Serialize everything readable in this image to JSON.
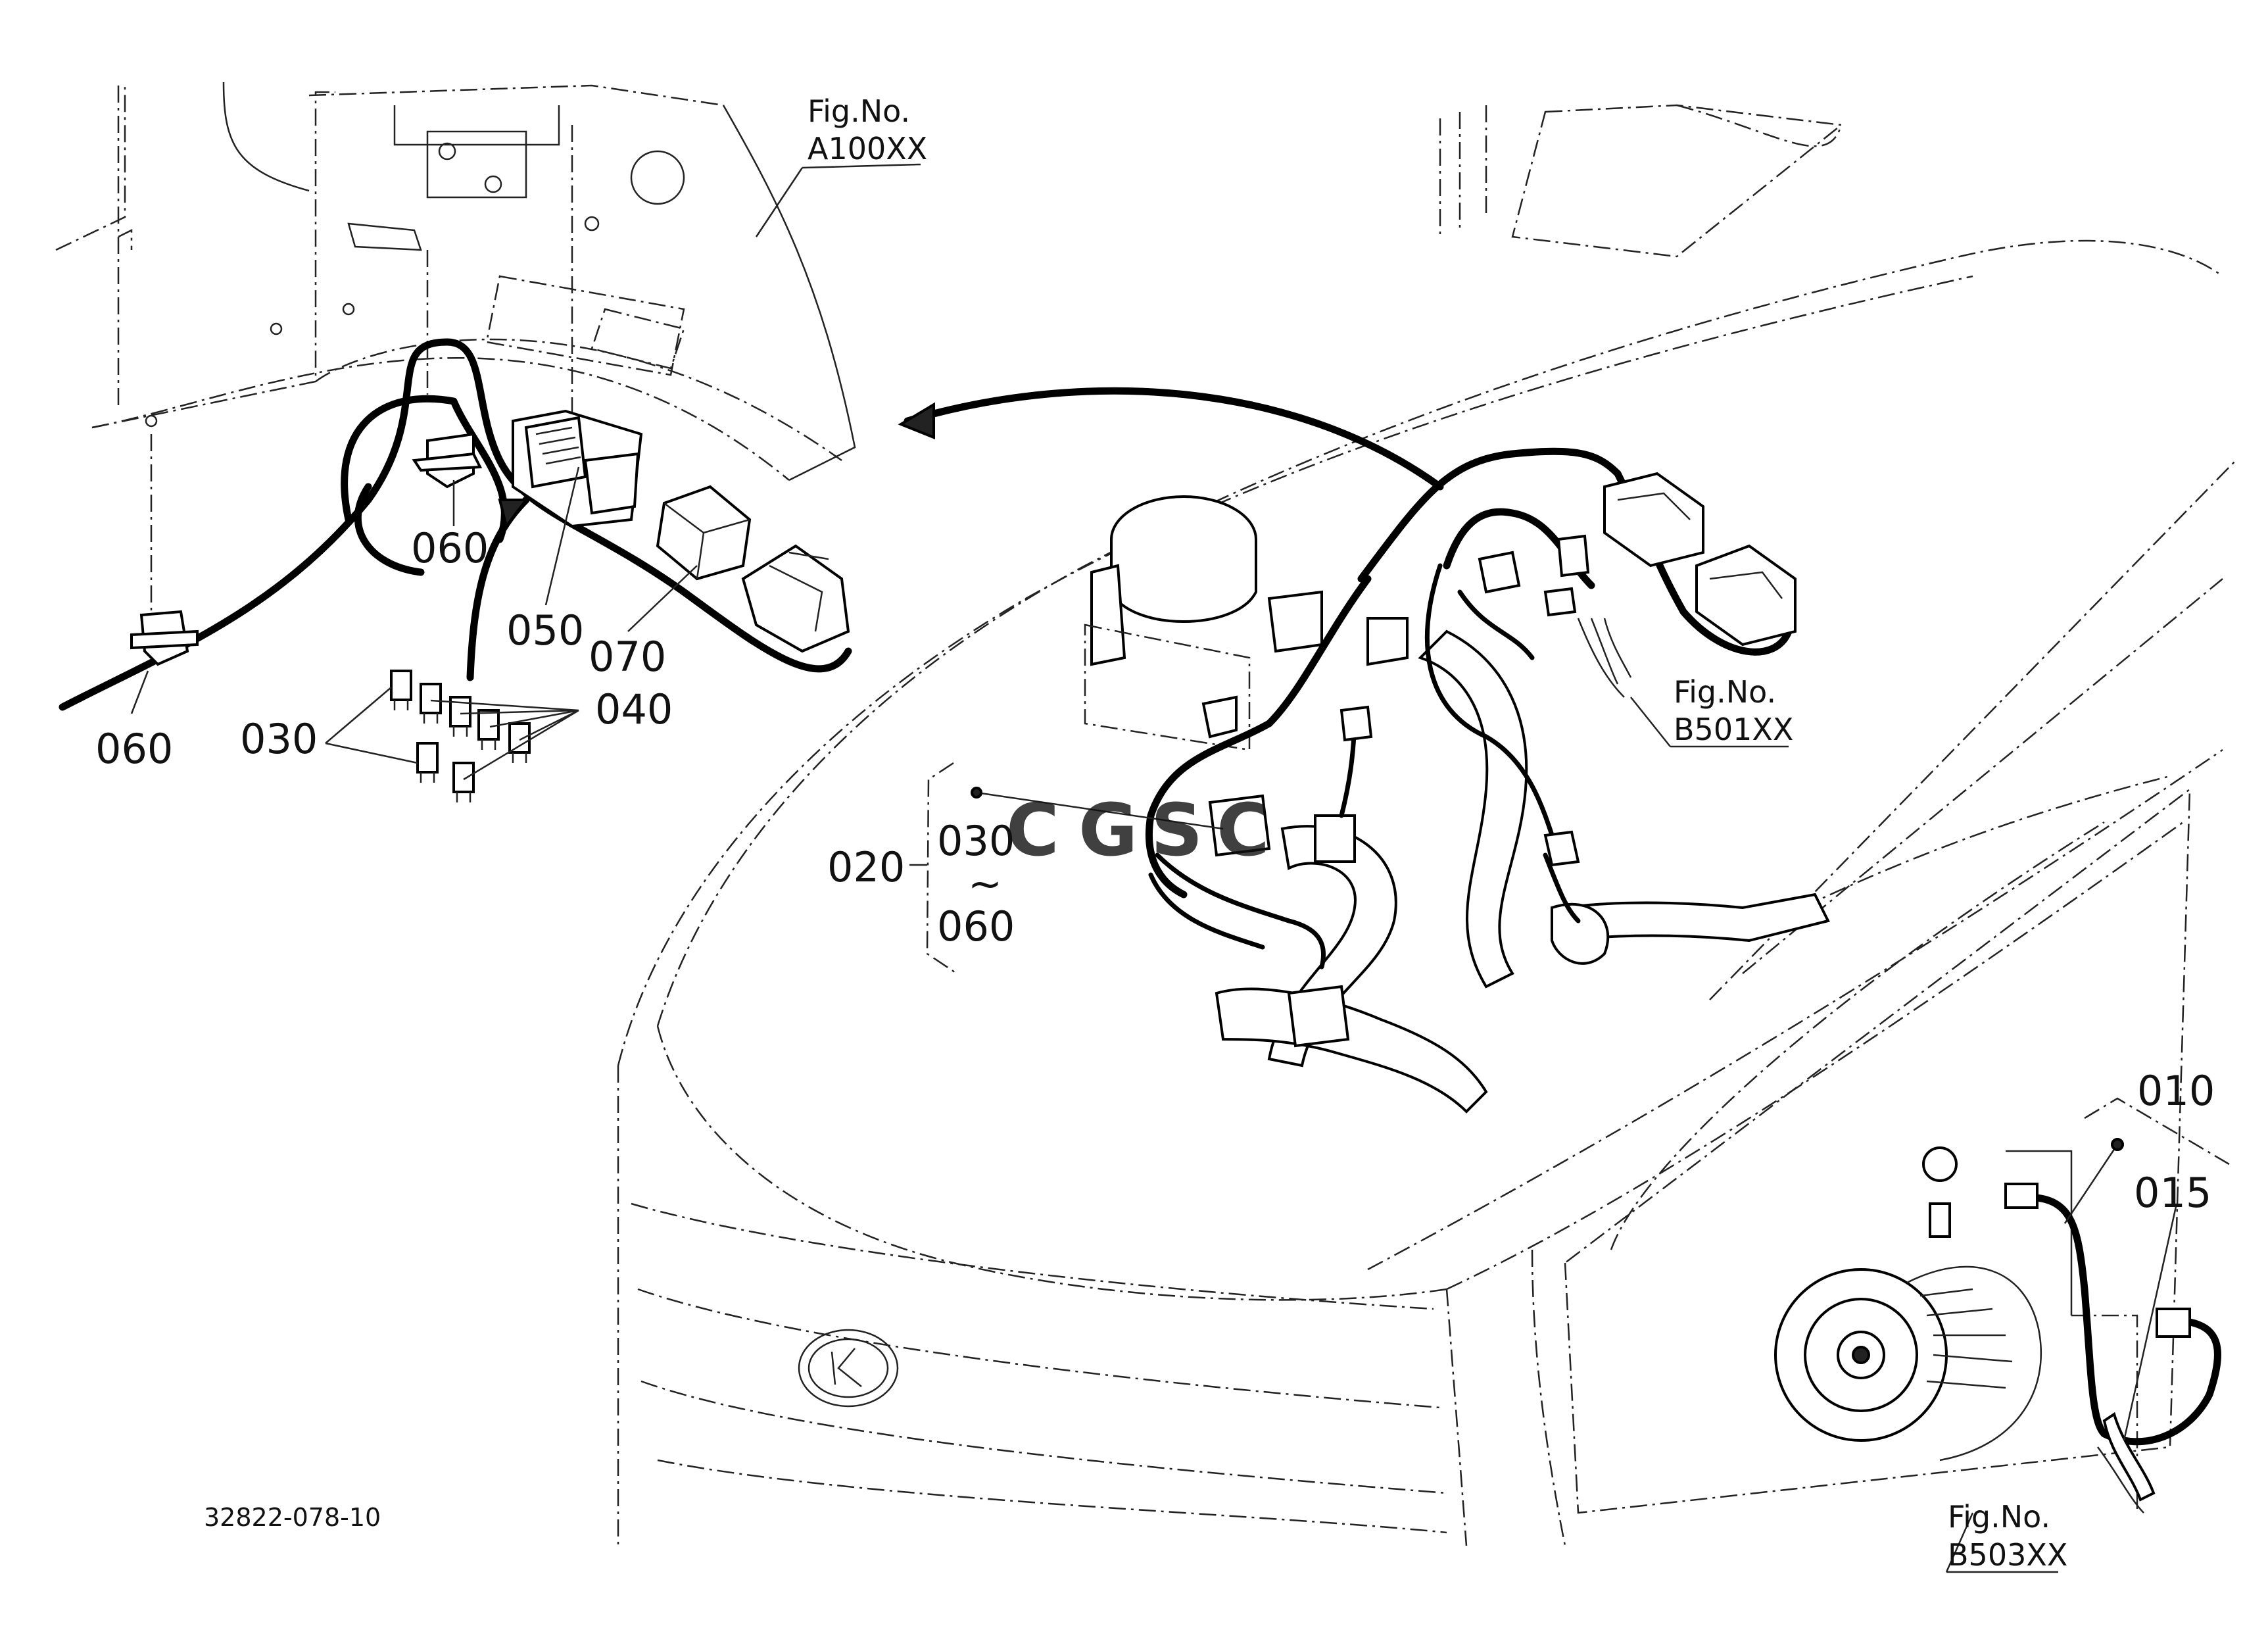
{
  "drawing_code": "32822-078-10",
  "fig_refs": {
    "a100": {
      "line1": "Fig.No.",
      "line2": "A100XX"
    },
    "b501": {
      "line1": "Fig.No.",
      "line2": "B501XX"
    },
    "b503": {
      "line1": "Fig.No.",
      "line2": "B503XX"
    }
  },
  "parts": {
    "p010": "010",
    "p015": "015",
    "p020": "020",
    "p030_range_start": "030",
    "p030_range_tilde": "~",
    "p060_range_end": "060",
    "p030": "030",
    "p040": "040",
    "p050": "050",
    "p060_left": "060",
    "p060_upper": "060",
    "p070": "070"
  },
  "watermark": {
    "letters": [
      "C",
      "G",
      "S",
      "C"
    ],
    "colors": [
      "#4a8df0",
      "#e8453c",
      "#f4b400",
      "#34a853"
    ]
  },
  "colors": {
    "line": "#111111",
    "background": "#ffffff"
  }
}
